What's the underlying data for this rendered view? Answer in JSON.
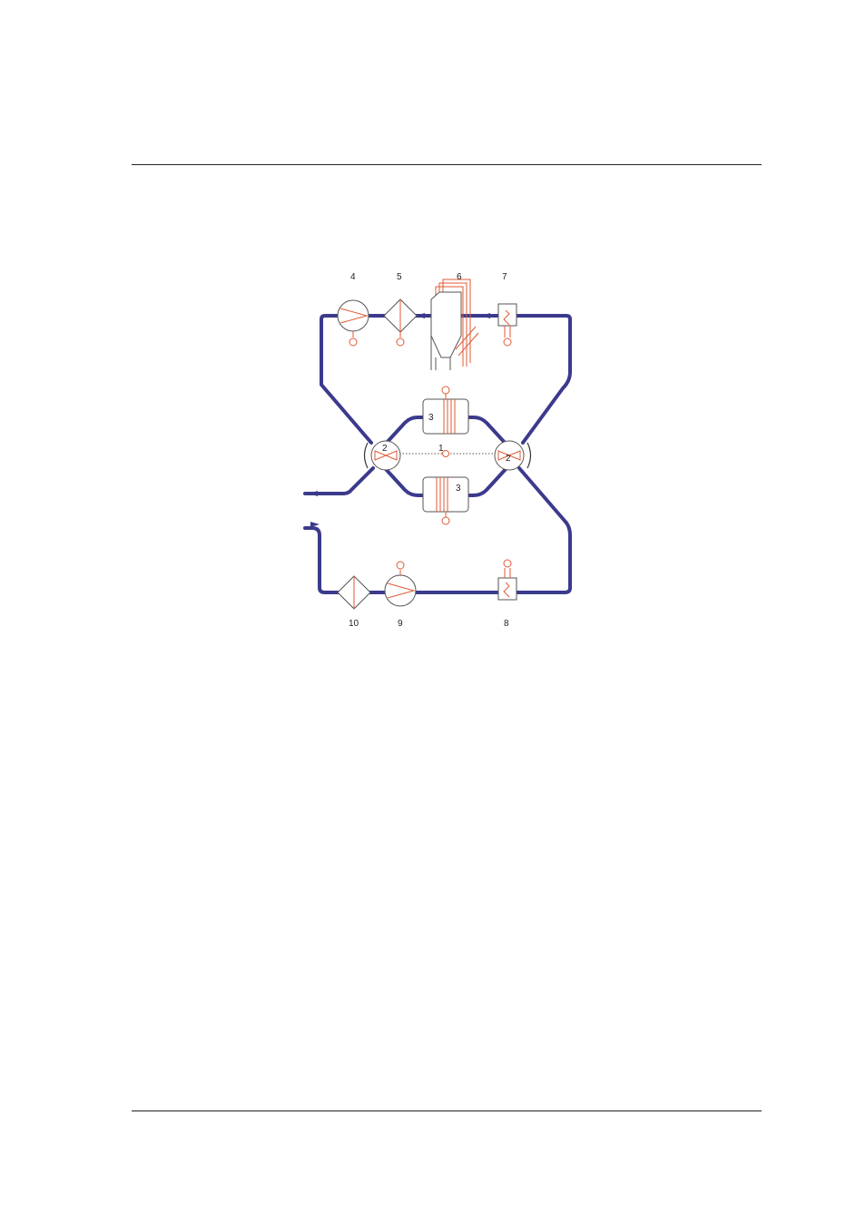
{
  "labels": {
    "l1": "1",
    "l2a": "2",
    "l2b": "2",
    "l3a": "3",
    "l3b": "3",
    "l4": "4",
    "l5": "5",
    "l6": "6",
    "l7": "7",
    "l8": "8",
    "l9": "9",
    "l10": "10"
  },
  "colors": {
    "pipe": "#3b3a8c",
    "instrument": "#e05a35",
    "outline": "#555555"
  }
}
